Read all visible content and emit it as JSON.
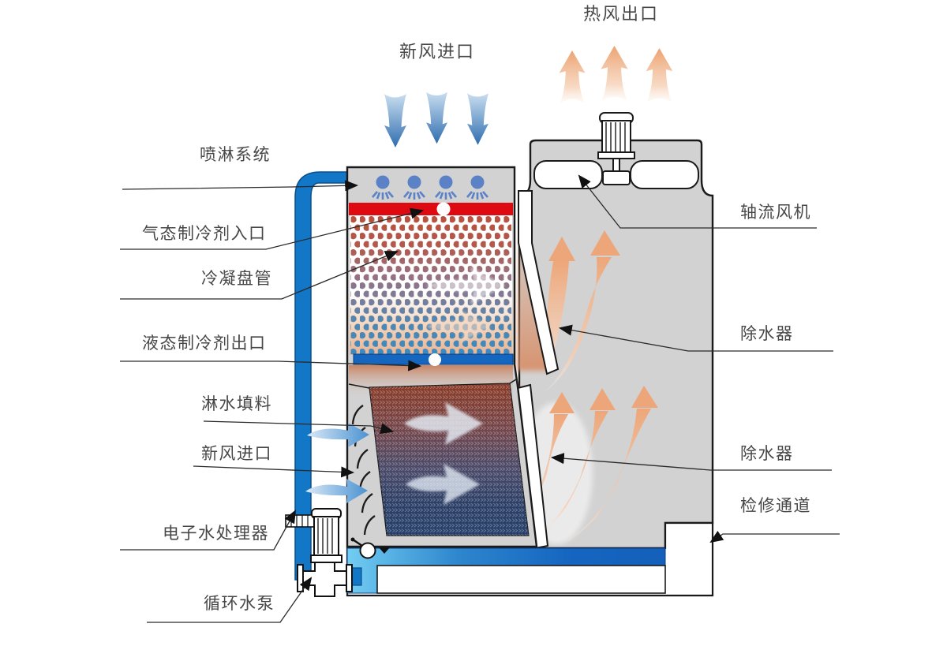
{
  "diagram": {
    "type": "closed-circuit-cooling-tower-schematic",
    "labels": {
      "hot_air_outlet": "热风出口",
      "fresh_air_inlet_top": "新风进口",
      "spray_system": "喷淋系统",
      "gas_refrigerant_inlet": "气态制冷剂入口",
      "condensing_coil": "冷凝盘管",
      "liquid_refrigerant_outlet": "液态制冷剂出口",
      "fill_media": "淋水填料",
      "fresh_air_inlet_left": "新风进口",
      "electronic_water_processor": "电子水处理器",
      "circulating_water_pump": "循环水泵",
      "axial_fan": "轴流风机",
      "drift_eliminator_upper": "除水器",
      "drift_eliminator_lower": "除水器",
      "service_access": "检修通道"
    },
    "colors": {
      "label_text": "#474747",
      "red_header": "#dd0a12",
      "blue_bar": "#1466be",
      "pipe_blue": "#1377c8",
      "water_light": "#72cdf2",
      "water_dark": "#1563bd",
      "hot_air_orange": "#eca271",
      "cold_air_blue": "#2d6cae",
      "spray_nozzle_blue": "#5b82c6",
      "coil_hot": "#b8503e",
      "coil_cold": "#3b8ac0",
      "casing_gray": "#d2d2d2"
    }
  }
}
